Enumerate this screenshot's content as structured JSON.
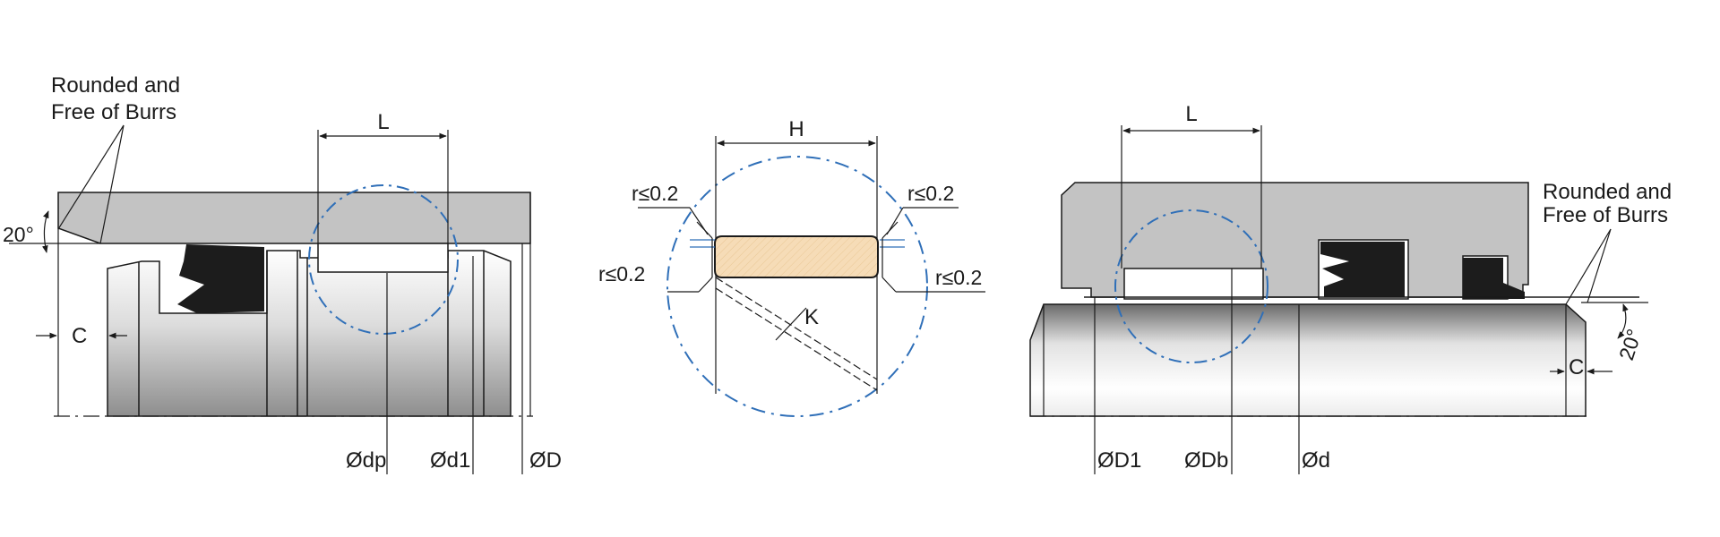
{
  "colors": {
    "housing": "#c3c3c3",
    "line": "#1a1a1a",
    "circle": "#2f6fb8",
    "seal": "#1c1c1c",
    "ring": "#f6dcb7",
    "background": "#ffffff"
  },
  "left_view": {
    "note_line1": "Rounded and",
    "note_line2": "Free of Burrs",
    "angle": "20°",
    "dim_L": "L",
    "dim_C": "C",
    "dim_dp": "Ødp",
    "dim_d1": "Ød1",
    "dim_D": "ØD"
  },
  "center_view": {
    "dim_H": "H",
    "r_top_left": "r≤0.2",
    "r_top_right": "r≤0.2",
    "r_bottom_left": "r≤0.2",
    "r_bottom_right": "r≤0.2",
    "dim_K": "K"
  },
  "right_view": {
    "note_line1": "Rounded and",
    "note_line2": "Free of Burrs",
    "angle": "20°",
    "dim_L": "L",
    "dim_C": "C",
    "dim_D1": "ØD1",
    "dim_Db": "ØDb",
    "dim_d": "Ød"
  }
}
